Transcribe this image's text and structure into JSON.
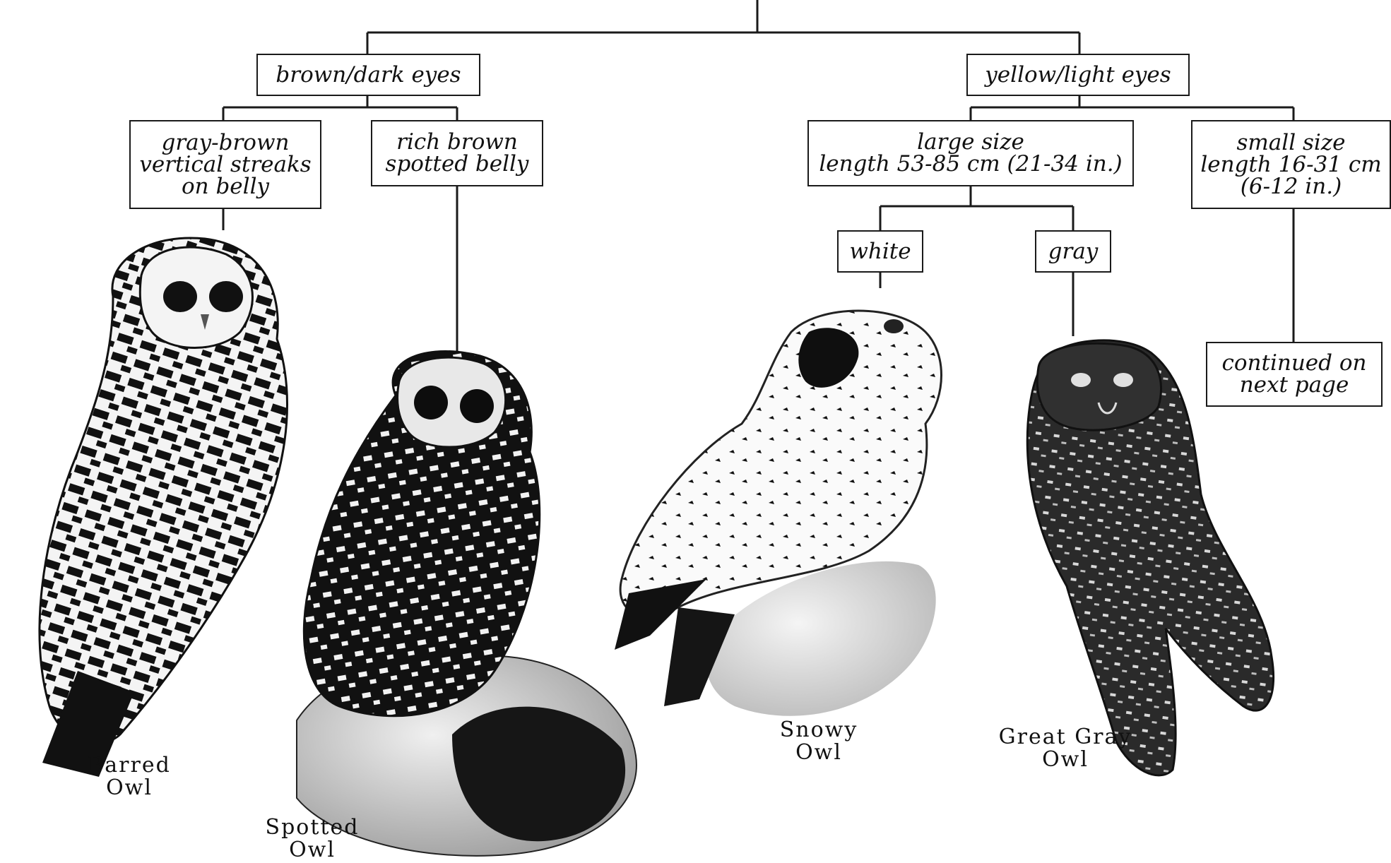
{
  "key": {
    "brown_dark_eyes": "brown/dark eyes",
    "yellow_light_eyes": "yellow/light eyes",
    "gray_brown_streaks": [
      "gray-brown",
      "vertical streaks",
      "on belly"
    ],
    "rich_brown_spotted": [
      "rich brown",
      "spotted belly"
    ],
    "large_size": [
      "large size",
      "length  53-85 cm (21-34 in.)"
    ],
    "small_size": [
      "small size",
      "length 16-31 cm",
      "(6-12 in.)"
    ],
    "white": "white",
    "gray": "gray",
    "continued": [
      "continued on",
      "next page"
    ]
  },
  "owls": {
    "barred": [
      "Barred",
      "Owl"
    ],
    "spotted": [
      "Spotted",
      "Owl"
    ],
    "snowy": [
      "Snowy",
      "Owl"
    ],
    "great_gray": [
      "Great Gray",
      "Owl"
    ]
  },
  "colors": {
    "ink": "#111111",
    "line": "#1a1a1a"
  }
}
